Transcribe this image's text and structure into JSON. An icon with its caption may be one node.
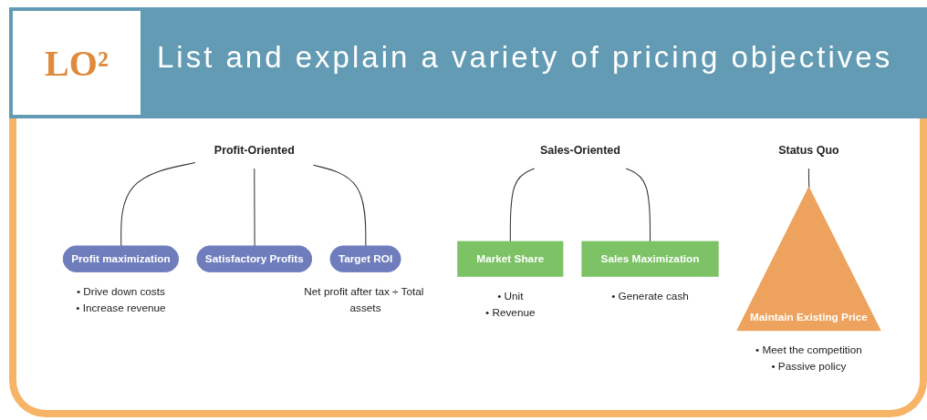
{
  "diagram": {
    "title": "List and explain a variety of pricing objectives",
    "nodes": [
      {
        "text": [
          "Profit-Oriented"
        ]
      },
      {
        "text": [
          "Profit maximization"
        ],
        "beside": [
          "• Drive down costs",
          "• Increase revenue"
        ]
      },
      {
        "text": [
          "Satisfactory Profits"
        ]
      },
      {
        "text": [
          "Target ROI"
        ],
        "beside": [
          "Net profit after tax ÷ Total assets"
        ]
      },
      {
        "text": [
          "Sales-Oriented"
        ]
      },
      {
        "text": [
          "Market Share"
        ],
        "beside": [
          "• Unit",
          "• Revenue"
        ]
      },
      {
        "text": [
          "Sales Maximization"
        ],
        "beside": [
          "• Generate cash"
        ]
      },
      {
        "text": [
          "Status Quo"
        ]
      },
      {
        "text": [
          "Maintain Existing Price"
        ],
        "beside": [
          "• Meet the competition",
          "• Passive policy"
        ]
      }
    ],
    "edges": [
      {
        "from": 0,
        "to": 1,
        "arrow": "none"
      },
      {
        "from": 0,
        "to": 2,
        "arrow": "none"
      },
      {
        "from": 0,
        "to": 3,
        "arrow": "none"
      },
      {
        "from": 4,
        "to": 5,
        "arrow": "none"
      },
      {
        "from": 4,
        "to": 6,
        "arrow": "none"
      },
      {
        "from": 7,
        "to": 8,
        "arrow": "none"
      }
    ],
    "labels": [
      "LO²"
    ]
  }
}
